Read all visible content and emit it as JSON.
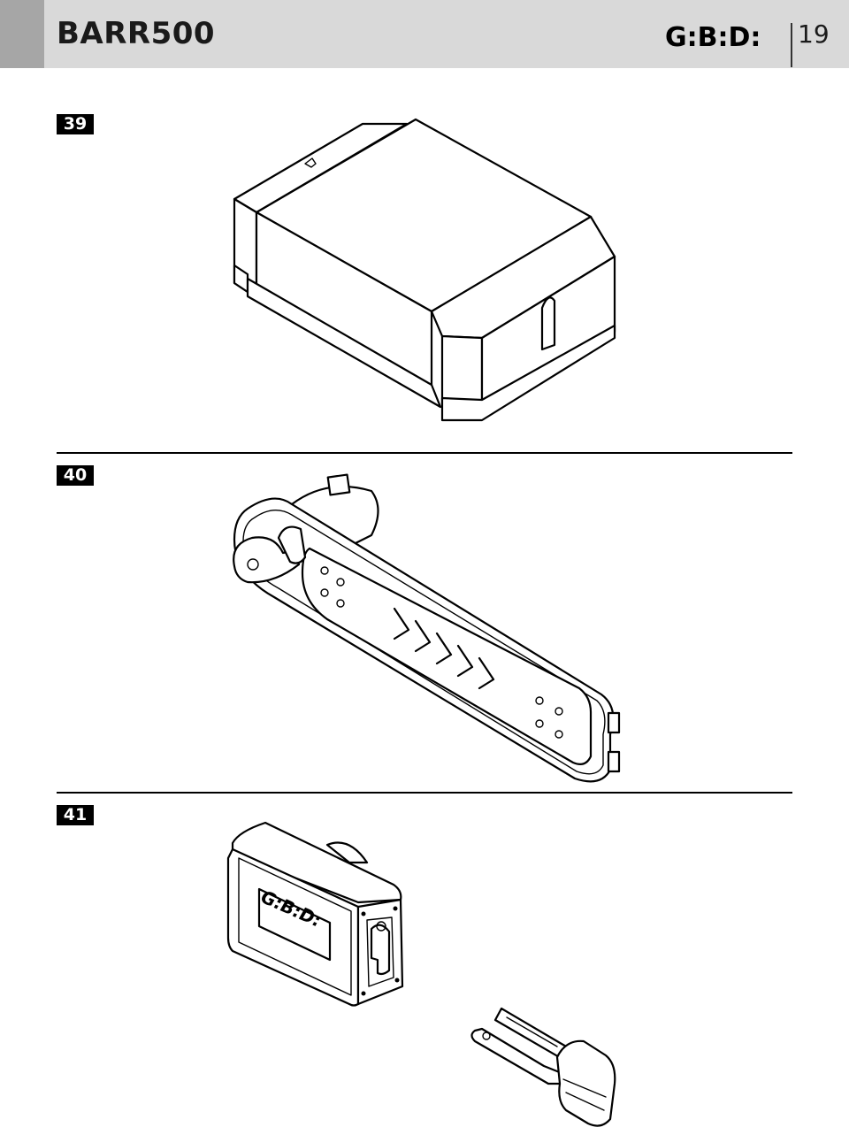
{
  "header": {
    "title": "BARR500",
    "logo_text": "G:B:D:",
    "page_number": "19"
  },
  "figures": [
    {
      "number": "39",
      "icon": "control-box-enclosure"
    },
    {
      "number": "40",
      "icon": "release-door-with-key"
    },
    {
      "number": "41",
      "icon": "key-selector-and-key"
    }
  ],
  "colors": {
    "header_bg": "#d9d9d9",
    "header_accent": "#a6a6a6",
    "badge_bg": "#000000",
    "badge_text": "#ffffff"
  }
}
